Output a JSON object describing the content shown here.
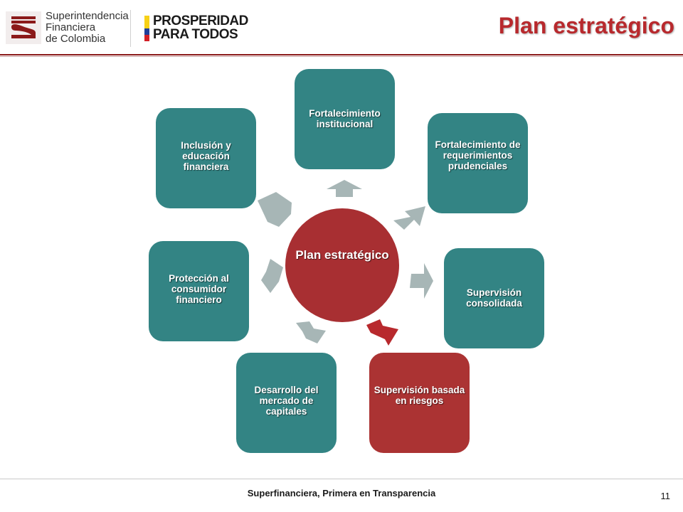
{
  "header": {
    "org_logo": {
      "icon": "sfc-logo-icon",
      "lines": [
        "Superintendencia",
        "Financiera",
        "de Colombia"
      ]
    },
    "campaign_logo": {
      "lines": [
        "PROSPERIDAD",
        "PARA TODOS"
      ],
      "flag_colors": [
        "#f7d117",
        "#1f3f9a",
        "#d21f26"
      ]
    },
    "title": "Plan estratégico"
  },
  "diagram": {
    "center": "Plan estratégico",
    "nodes": [
      {
        "label": "Fortalecimiento institucional",
        "color": "teal"
      },
      {
        "label": "Fortalecimiento de requerimientos prudenciales",
        "color": "teal"
      },
      {
        "label": "Supervisión consolidada",
        "color": "teal"
      },
      {
        "label": "Supervisión basada en riesgos",
        "color": "red"
      },
      {
        "label": "Desarrollo del mercado de capitales",
        "color": "teal"
      },
      {
        "label": "Protección al consumidor financiero",
        "color": "teal"
      },
      {
        "label": "Inclusión y educación financiera",
        "color": "teal"
      }
    ]
  },
  "colors": {
    "teal": "#338484",
    "red": "#ab3333",
    "arrow_gray": "#a7b6b6",
    "arrow_highlight": "#b8292d",
    "title": "#b8292d"
  },
  "footer": {
    "tagline": "Superfinanciera, Primera en Transparencia",
    "page_number": "11"
  }
}
